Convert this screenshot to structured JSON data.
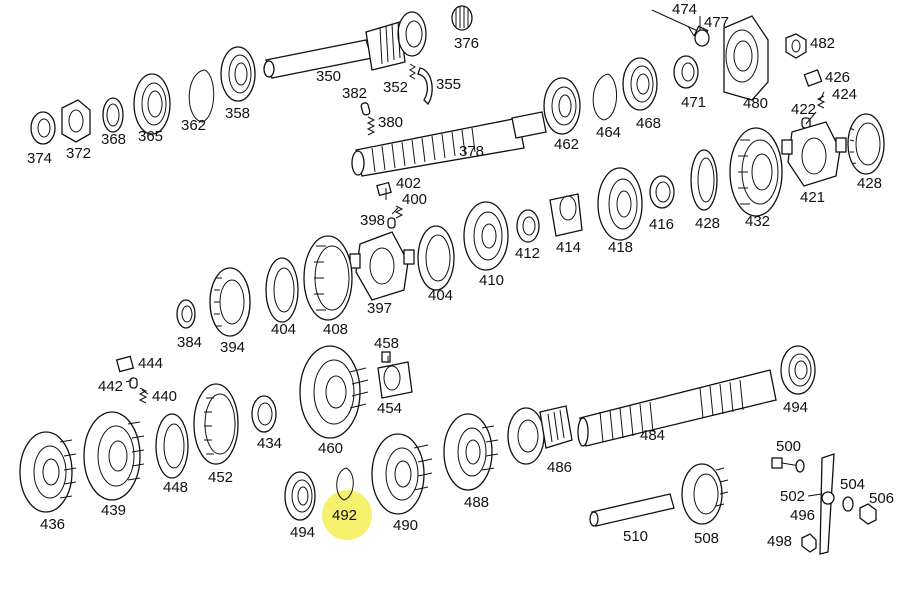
{
  "diagram": {
    "highlight_color": "#f3ee55",
    "labels": {
      "p374": "374",
      "p372": "372",
      "p368": "368",
      "p365": "365",
      "p362": "362",
      "p358": "358",
      "p350": "350",
      "p376": "376",
      "p382": "382",
      "p352": "352",
      "p355": "355",
      "p380": "380",
      "p378": "378",
      "p462": "462",
      "p464": "464",
      "p468": "468",
      "p474": "474",
      "p477": "477",
      "p471": "471",
      "p480": "480",
      "p482": "482",
      "p426": "426",
      "p422": "422",
      "p424": "424",
      "p428a": "428",
      "p421": "421",
      "p432": "432",
      "p428b": "428",
      "p416": "416",
      "p418": "418",
      "p414": "414",
      "p412": "412",
      "p410": "410",
      "p402": "402",
      "p400": "400",
      "p398": "398",
      "p397": "397",
      "p404a": "404",
      "p404b": "404",
      "p408": "408",
      "p394": "394",
      "p384": "384",
      "p458": "458",
      "p454": "454",
      "p460": "460",
      "p444": "444",
      "p442": "442",
      "p440": "440",
      "p434": "434",
      "p452": "452",
      "p448": "448",
      "p439": "439",
      "p436": "436",
      "p494a": "494",
      "p492": "492",
      "p490": "490",
      "p488": "488",
      "p486": "486",
      "p484": "484",
      "p494b": "494",
      "p510": "510",
      "p508": "508",
      "p500": "500",
      "p502": "502",
      "p504": "504",
      "p506": "506",
      "p496": "496",
      "p498": "498"
    }
  }
}
